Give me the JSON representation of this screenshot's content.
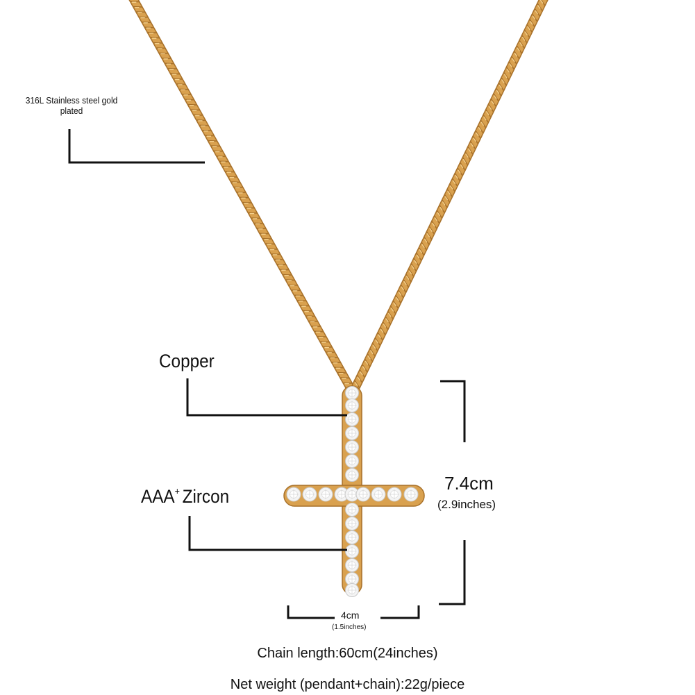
{
  "product": {
    "material_chain": "316L Stainless steel gold plated",
    "material_bail": "Copper",
    "stone_grade": "AAA",
    "stone_grade_sup": "+",
    "stone_type": "Zircon",
    "height_cm": "7.4cm",
    "height_in": "(2.9inches)",
    "width_cm": "4cm",
    "width_in": "(1.5inches)",
    "chain_length": "Chain length:60cm(24inches)",
    "net_weight": "Net weight (pendant+chain):22g/piece"
  },
  "colors": {
    "gold": "#d9a14f",
    "gold_dark": "#a8712a",
    "gold_light": "#f3cf8c",
    "stone": "#f4f4f4",
    "stone_edge": "#c9c9c9",
    "line": "#111111"
  },
  "icons": [
    "rope-chain-image",
    "cross-pendant-image",
    "zircon-stone-image"
  ]
}
